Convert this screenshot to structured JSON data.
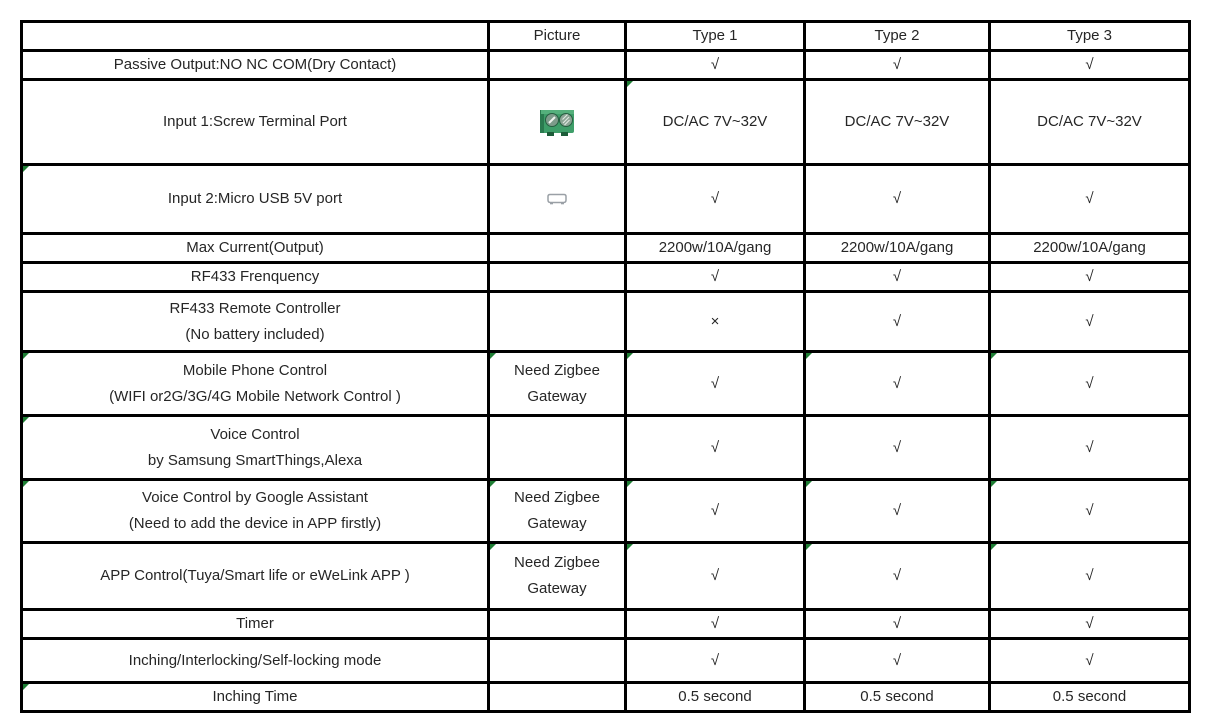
{
  "table": {
    "header": {
      "feature": "",
      "picture": "Picture",
      "type1": "Type 1",
      "type2": "Type 2",
      "type3": "Type 3"
    },
    "symbols": {
      "check": "√",
      "cross": "×"
    },
    "icons": {
      "screw_terminal": "screw-terminal-icon",
      "micro_usb": "micro-usb-icon",
      "flag": "excel-flag-icon"
    },
    "colors": {
      "border": "#000000",
      "text": "#262626",
      "flag_green": "#1e7e34",
      "terminal_green": "#3e9e69"
    },
    "rows": [
      {
        "feature": "Passive Output:NO NC COM(Dry Contact)",
        "picture": "",
        "type1": "√",
        "type2": "√",
        "type3": "√"
      },
      {
        "feature": "Input 1:Screw Terminal Port",
        "picture": "",
        "type1": "DC/AC 7V~32V",
        "type2": "DC/AC 7V~32V",
        "type3": "DC/AC 7V~32V"
      },
      {
        "feature": "Input 2:Micro USB 5V port",
        "picture": "",
        "type1": "√",
        "type2": "√",
        "type3": "√"
      },
      {
        "feature": "Max Current(Output)",
        "picture": "",
        "type1": "2200w/10A/gang",
        "type2": "2200w/10A/gang",
        "type3": "2200w/10A/gang"
      },
      {
        "feature": "RF433 Frenquency",
        "picture": "",
        "type1": "√",
        "type2": "√",
        "type3": "√"
      },
      {
        "feature": "RF433 Remote Controller\n(No battery included)",
        "picture": "",
        "type1": "×",
        "type2": "√",
        "type3": "√"
      },
      {
        "feature": "Mobile Phone Control\n(WIFI or2G/3G/4G Mobile Network Control )",
        "picture": "Need Zigbee\nGateway",
        "type1": "√",
        "type2": "√",
        "type3": "√"
      },
      {
        "feature": "Voice Control\nby Samsung SmartThings,Alexa",
        "picture": "",
        "type1": "√",
        "type2": "√",
        "type3": "√"
      },
      {
        "feature": "Voice Control  by Google Assistant\n(Need to add the device in APP firstly)",
        "picture": "Need Zigbee\nGateway",
        "type1": "√",
        "type2": "√",
        "type3": "√"
      },
      {
        "feature": "APP Control(Tuya/Smart life or eWeLink APP )",
        "picture": "Need Zigbee\nGateway",
        "type1": "√",
        "type2": "√",
        "type3": "√"
      },
      {
        "feature": "Timer",
        "picture": "",
        "type1": "√",
        "type2": "√",
        "type3": "√"
      },
      {
        "feature": "Inching/Interlocking/Self-locking mode",
        "picture": "",
        "type1": "√",
        "type2": "√",
        "type3": "√"
      },
      {
        "feature": "Inching Time",
        "picture": "",
        "type1": "0.5 second",
        "type2": "0.5 second",
        "type3": "0.5 second"
      }
    ]
  }
}
